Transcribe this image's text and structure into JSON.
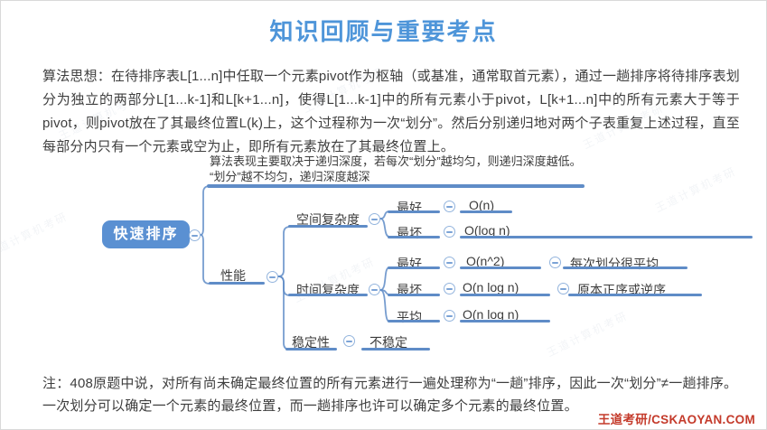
{
  "header": {
    "title": "知识回顾与重要考点"
  },
  "intro": {
    "text": "算法思想：在待排序表L[1...n]中任取一个元素pivot作为枢轴（或基准，通常取首元素），通过一趟排序将待排序表划分为独立的两部分L[1...k-1]和L[k+1...n]，使得L[1...k-1]中的所有元素小于pivot，L[k+1...n]中的所有元素大于等于pivot，则pivot放在了其最终位置L(k)上，这个过程称为一次“划分”。然后分别递归地对两个子表重复上述过程，直至每部分内只有一个元素或空为止，即所有元素放在了其最终位置上。"
  },
  "mindmap": {
    "root": {
      "label": "快速排序"
    },
    "annotation": {
      "text": "算法表现主要取决于递归深度，若每次“划分”越均匀，则递归深度越低。\n“划分”越不均匀，递归深度越深"
    },
    "performance": {
      "label": "性能"
    },
    "space": {
      "label": "空间复杂度",
      "best": {
        "label": "最好",
        "value": "O(n)"
      },
      "worst": {
        "label": "最坏",
        "value": "O(log n)"
      }
    },
    "time": {
      "label": "时间复杂度",
      "best": {
        "label": "最好",
        "value": "O(n^2)",
        "note": "每次划分很平均"
      },
      "worst": {
        "label": "最坏",
        "value": "O(n log n)",
        "note": "原本正序或逆序"
      },
      "avg": {
        "label": "平均",
        "value": "O(n log n)"
      }
    },
    "stability": {
      "label": "稳定性",
      "value": "不稳定"
    }
  },
  "note": {
    "text": "注：408原题中说，对所有尚未确定最终位置的所有元素进行一遍处理称为“一趟”排序，因此一次“划分”≠一趟排序。一次划分可以确定一个元素的最终位置，而一趟排序也许可以确定多个元素的最终位置。"
  },
  "footer": {
    "brand": "王道考研/CSKAOYAN.COM"
  },
  "watermark": {
    "text": "王道计算机考研"
  },
  "colors": {
    "accent_blue": "#4e95d9",
    "node_blue": "#5a90d2",
    "line_blue": "#5f8cc7",
    "footer_red": "#c43a2a"
  }
}
